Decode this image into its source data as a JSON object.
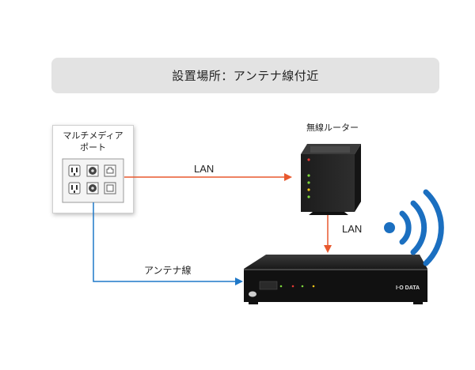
{
  "title": "設置場所：アンテナ線付近",
  "multimedia_port": {
    "line1": "マルチメディア",
    "line2": "ポート"
  },
  "router": {
    "label": "無線ルーター"
  },
  "connections": {
    "lan_horizontal": "LAN",
    "lan_vertical": "LAN",
    "antenna": "アンテナ線"
  },
  "recorder": {
    "brand": "I·O DATA"
  },
  "colors": {
    "lan_arrow": "#e8592e",
    "antenna_arrow": "#1f78c8",
    "wifi": "#1b6fc0"
  }
}
